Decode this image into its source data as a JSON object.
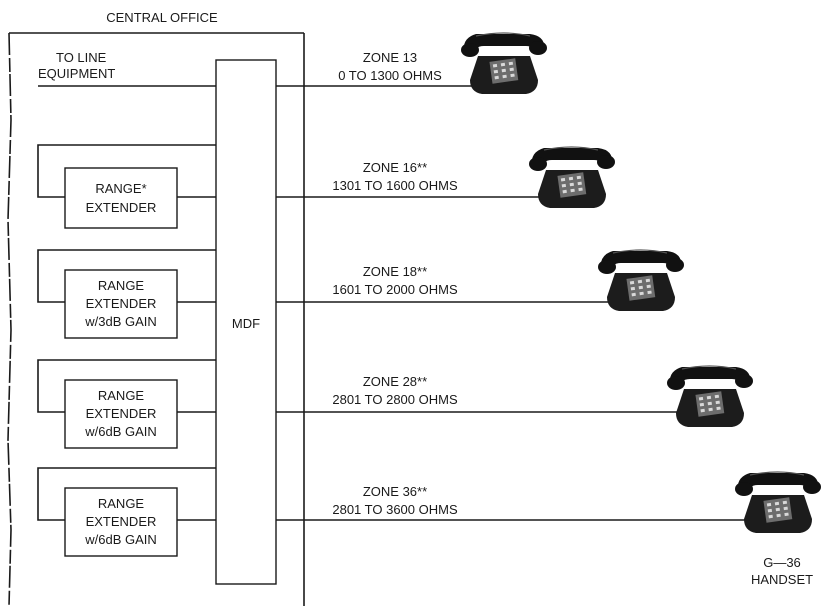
{
  "central_office": {
    "title": "CENTRAL OFFICE",
    "line_equipment_label": [
      "TO LINE",
      "EQUIPMENT"
    ],
    "mdf_label": "MDF"
  },
  "extenders": [
    {
      "lines": [
        "RANGE*",
        "EXTENDER"
      ]
    },
    {
      "lines": [
        "RANGE",
        "EXTENDER",
        "w/3dB GAIN"
      ]
    },
    {
      "lines": [
        "RANGE",
        "EXTENDER",
        "w/6dB GAIN"
      ]
    },
    {
      "lines": [
        "RANGE",
        "EXTENDER",
        "w/6dB GAIN"
      ]
    }
  ],
  "zones": [
    {
      "name": "ZONE 13",
      "range": "0 TO 1300 OHMS"
    },
    {
      "name": "ZONE 16**",
      "range": "1301 TO 1600 OHMS"
    },
    {
      "name": "ZONE 18**",
      "range": "1601 TO 2000 OHMS"
    },
    {
      "name": "ZONE 28**",
      "range": "2801 TO 2800 OHMS"
    },
    {
      "name": "ZONE 36**",
      "range": "2801 TO 3600 OHMS"
    }
  ],
  "handset_label": [
    "G—36",
    "HANDSET"
  ]
}
